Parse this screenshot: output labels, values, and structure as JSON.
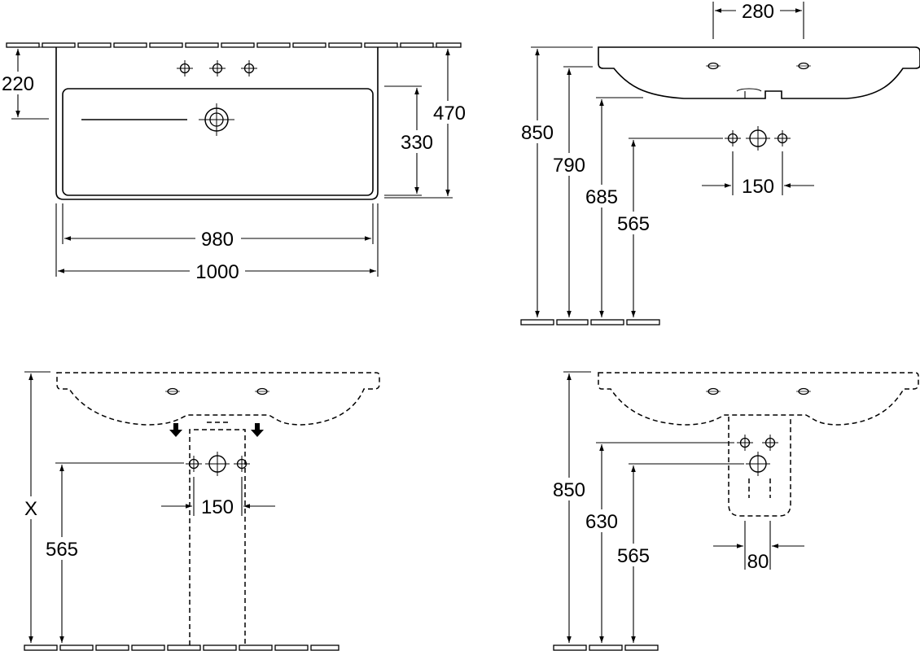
{
  "top_view": {
    "depth_to_taps": "220",
    "total_depth": "470",
    "bowl_depth": "330",
    "inner_width": "980",
    "total_width": "1000"
  },
  "side_view": {
    "hole_spacing": "280",
    "rim_height": "850",
    "underside_height": "790",
    "trap_height": "685",
    "supply_height": "565",
    "supply_spacing": "150"
  },
  "front_view_pedestal": {
    "variable_height": "X",
    "supply_height": "565",
    "supply_spacing": "150"
  },
  "front_view_trap_cover": {
    "rim_height": "850",
    "upper_supply_height": "630",
    "lower_supply_height": "565",
    "supply_spacing": "80"
  }
}
